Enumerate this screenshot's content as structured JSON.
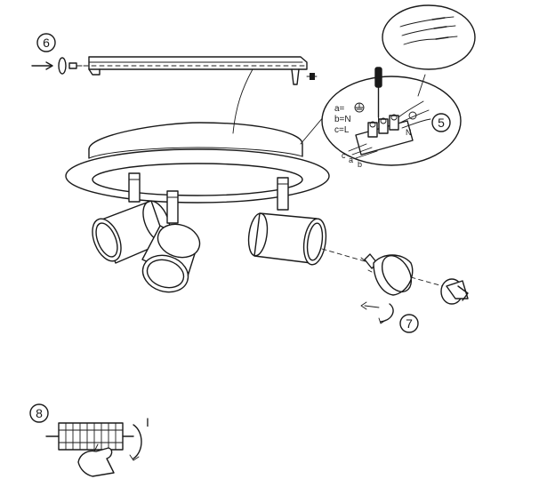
{
  "steps": {
    "step5": "5",
    "step6": "6",
    "step7": "7",
    "step8": "8"
  },
  "legend": {
    "a": "a=",
    "b": "b=N",
    "c": "c=L"
  },
  "terminal_labels": {
    "c": "c",
    "a": "a",
    "b": "b",
    "n": "N"
  },
  "step8_label": "I",
  "icons": [
    "ground-icon",
    "screwdriver-icon",
    "bulb-icon",
    "cover-icon",
    "hand-icon",
    "rotation-arrow-icon"
  ],
  "colors": {
    "ink": "#1a1a1a",
    "paper": "#ffffff"
  }
}
